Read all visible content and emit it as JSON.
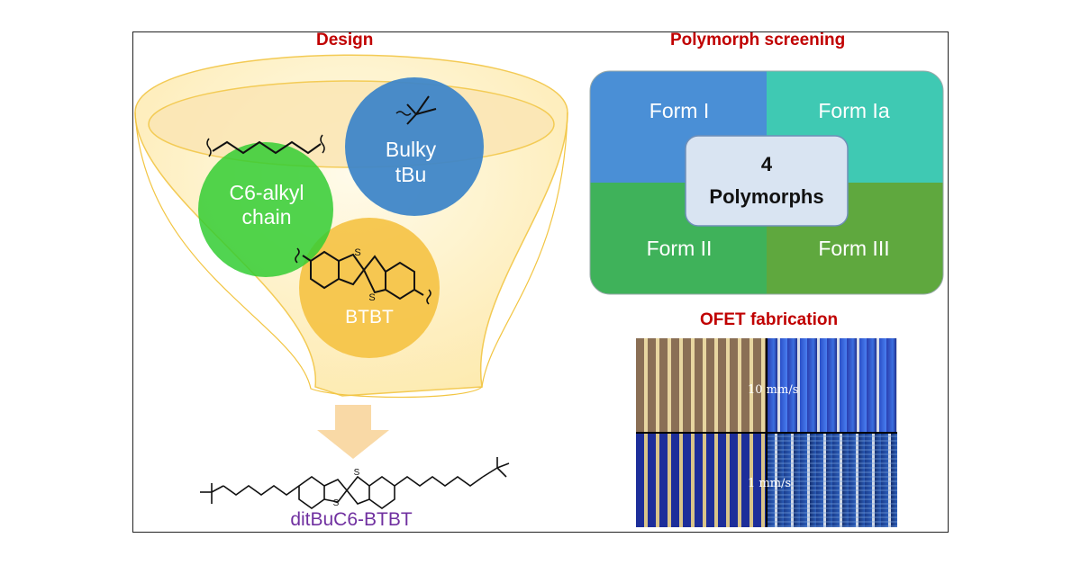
{
  "design": {
    "heading": "Design",
    "circles": {
      "alkyl_line1": "C6-alkyl",
      "alkyl_line2": "chain",
      "bulky_line1": "Bulky",
      "bulky_line2": "tBu",
      "btbt": "BTBT",
      "btbt_atom_s": "S"
    },
    "product_name": "ditBuC6-BTBT",
    "product_atom_s": "S",
    "colors": {
      "alkyl": "#33cc33",
      "bulky": "#3f86c8",
      "btbt": "#f5c242",
      "funnel": "#fff3c4",
      "arrow": "#f9d9a6",
      "product_name": "#7030a0"
    }
  },
  "polymorph": {
    "heading": "Polymorph screening",
    "center_line1": "4",
    "center_line2": "Polymorphs",
    "quadrants": [
      "Form I",
      "Form Ia",
      "Form II",
      "Form III"
    ],
    "colors": [
      "#4a8fd6",
      "#3fc9b3",
      "#3fb25a",
      "#5fa83e"
    ]
  },
  "ofet": {
    "heading": "OFET fabrication",
    "speed_fast": "10 mm/s",
    "speed_slow": "1 mm/s"
  }
}
